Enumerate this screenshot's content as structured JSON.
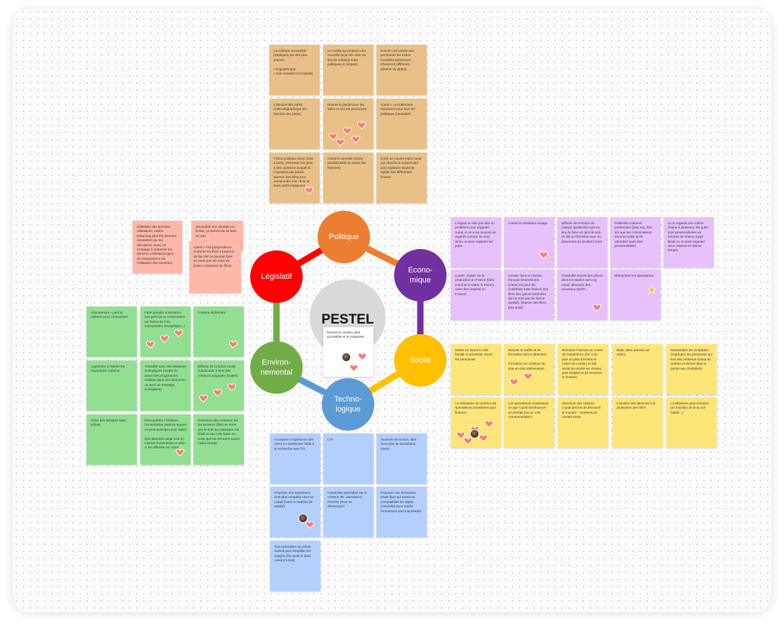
{
  "diagram": {
    "title": "PESTEL",
    "center_note": "Rendre le contenu plus accessible et le vulgariser",
    "nodes": [
      {
        "label": "Politique",
        "color": "#ed7d31"
      },
      {
        "label": "Econo-\nmique",
        "color": "#7030a0"
      },
      {
        "label": "Social",
        "color": "#ffc000"
      },
      {
        "label": "Techno-\nlogique",
        "color": "#5b9bd5"
      },
      {
        "label": "Environ-\nnemental",
        "color": "#70ad47"
      },
      {
        "label": "Législatif",
        "color": "#ff0000"
      }
    ]
  },
  "groups": {
    "politique": {
      "color": "#e9c087",
      "notes": [
        {
          "text": "La politique accessible (expliquée par des plus jeunes)\n\n• Hugodécrypte\n• Jean massiet (Accropolis)",
          "hearts": 0
        },
        {
          "text": "Un média qui propose une nouvelle façon de créer du lien (la relation) entre politiques et citoyens",
          "hearts": 0
        },
        {
          "text": "Donner une parole aux personnes les moins écoutées (personnes d'horizons différents, générer du débat)",
          "hearts": 0
        },
        {
          "text": "L'élection des partis cinématographique (En fonction des goûts)",
          "hearts": 0
        },
        {
          "text": "Donner la parole pour les idées et non les personnes",
          "hearts": 5
        },
        {
          "text": "Canal +, un traitement équivalent pour tous les politiques (neutralité)",
          "hearts": 0
        },
        {
          "text": "Fiction politique (avec choix à faire), intéresser les gens à des contenus auquel ils n'auraient pas pensé, amener des infos pour comprendre nos choix et leurs quilts impliquent",
          "hearts": 1
        },
        {
          "text": "Canal la nouvelle chaine présidentielle (à cause des histoires)",
          "hearts": 0
        },
        {
          "text": "Créer un nouvel esprit canal qui cherche à comprendre puis expliquer avant de rigoler des différentes choses",
          "hearts": 0
        }
      ]
    },
    "legislatif": {
      "color": "#fdb8a8",
      "notes": [
        {
          "text": "Utilisation des données utilisateurs, cadrer beaucoup plus les données remontées par les décodeurs canal, en s'engage à respecter les données utilisateurs (plus de transparence sur l'utilisation des données)"
        },
        {
          "text": "On projète une situation en fiction, ça permet de se faire un avis"
        },
        {
          "text": "Canal + Fait jurisprudence (Comme les films s'inspirent de fait réel on pourrait faire en sorte que les choix de justice s'inspirent de films)"
        }
      ]
    },
    "environnemental": {
      "color": "#92df92",
      "notes": [
        {
          "text": "Abonnement + permis carbone pour consommer",
          "hearts": 0
        },
        {
          "text": "Faire prendre conscience aux gens de la consomation (en forme de Co2, consomation énergétique...)",
          "hearts": 3
        },
        {
          "text": "Contenu éphémère",
          "hearts": 1
        },
        {
          "text": "Apprendre à réduire les empreintes carbone",
          "hearts": 0
        },
        {
          "text": "Travailler avec des initiatives écologiques (mettre en avant des programmes réalisés dans une démarche ou avec un message écologique)",
          "hearts": 0
        },
        {
          "text": "Diffuser de la fiction locale (Canal aide à faire des créations originales locales)",
          "hearts": 3
        },
        {
          "text": "Créer des histoires sans polluer",
          "hearts": 0
        },
        {
          "text": "Découvertes / missions humanitaires (actions auquel on peut participer pour aider)\n\nDes abonnés canal vont en mission humanitaire et celle-ci est diffusée sur canal",
          "hearts": 1
        },
        {
          "text": "Reduction des contenus sur les serveurs (faire en sorte que le poid du catalogue soit limité et que cela fasse en sorte que les serveurs soient moins lourds)",
          "hearts": 0
        }
      ]
    },
    "economique": {
      "color": "#e6c1fb",
      "notes": [
        {
          "text": "L'argent ne doit pas être un problème pour regarder canal, si on a les moyens on regarde comme on veut, sinon on peut regarder les pubs",
          "hearts": 0
        },
        {
          "text": "Canal ton assistant voyage",
          "hearts": 1
        },
        {
          "text": "Diffuser de la fiction de marque (publicité) mais au lieu de faire un spot de pub, on fait un film/série avec du placement de produit à fond",
          "hearts": 0
        },
        {
          "text": "Publicités vraiment pertinentes (pour toi), être sûr que les consomateurs aient les pubs qu'ils attendent (pub ultra personnalisée)",
          "hearts": 0
        },
        {
          "text": "Si on regarde une même chaine à plusieurs, les pubs sont personnalisées en fonction de chacun (type tiktok ou on peut regarder deux chaines en même temps)",
          "hearts": 0
        },
        {
          "text": "Canal+, leader de la production en France (faire marcher la made in France, créer des emplois en France)",
          "hearts": 0
        },
        {
          "text": "Investir dans le cinéma français énormément. (Canal est pour les cinéphiles mais finance des films titre (genre fond bleu qui ne sont pas de bonne qualité), financer des films plus quali)",
          "hearts": 0
        },
        {
          "text": "Possibilité d'avoir des places dans les stades avec my canal, découvrir des nouveaux sports...",
          "hearts": 1
        },
        {
          "text": "Rémunérer les spectateurs",
          "hearts": 0,
          "star": true
        }
      ]
    },
    "social": {
      "color": "#fee57a",
      "notes": [
        {
          "text": "Mettre en avant le côté famille et proximité, réunir les personnes",
          "hearts": 0
        },
        {
          "text": "Devenir le netflix de la formation (strica abonnée)\n\nFormation en continue de plus en plus intéressante",
          "hearts": 2
        },
        {
          "text": "Remettre l'humain au centre de l'expérience (On a de plus en plus d'écrans et moins de contact, le but serait de rendre les choses plus simples et de recentrer le choses)",
          "hearts": 0
        },
        {
          "text": "Bass video (service as video)",
          "hearts": 0
        },
        {
          "text": "Rassembler les cinéphiles (regrouper les personnes qui font des contenus autour du cinéma et donner plus la parole aux cinéphiles)",
          "hearts": 0
        },
        {
          "text": "Le kickstarter du cinéma, les spectateurs choisissent quoi financer",
          "hearts": 5,
          "avatar": true
        },
        {
          "text": "Les spectateurs choisissent ce que Canal doit financer en priorité (via un vote communautaire )",
          "hearts": 0
        },
        {
          "text": "Découvrir des cultures (canal permet de découvrir le monde) - contenus du monde entier",
          "hearts": 0
        },
        {
          "text": "Inclusion des abonnés à la production des films",
          "hearts": 0
        },
        {
          "text": "La télévision plus inclusive (en fonction de tk ou ton habits...)",
          "hearts": 0
        }
      ]
    },
    "technologique": {
      "color": "#b2cffe",
      "notes": [
        {
          "text": "Incorporer l'expérience des users en améliorant l'aide à la recherche avec l'IA",
          "hearts": 0
        },
        {
          "text": "L'IA",
          "hearts": 0
        },
        {
          "text": "Avancée de la tech, faire vivre plus de sensations (sens)",
          "hearts": 0
        },
        {
          "text": "Proposer une expérience ciné plus complète chez toi (canal fourni le matériel de qualité)",
          "hearts": 1,
          "avatar": true
        },
        {
          "text": "Canal plus spécialisé sur le contenu 3D, animations, PIXAR2 (Pour se démarquer)",
          "hearts": 0
        },
        {
          "text": "Proposer une immersion totale (box qui prend en compatibilité les objets connectés pour rendre l'immersion plus importante)",
          "hearts": 0
        },
        {
          "text": "Tout centraliser au même endroit pour simplifier les usages (l'ia canal et dans canal y'a tout)",
          "hearts": 0
        }
      ]
    }
  }
}
